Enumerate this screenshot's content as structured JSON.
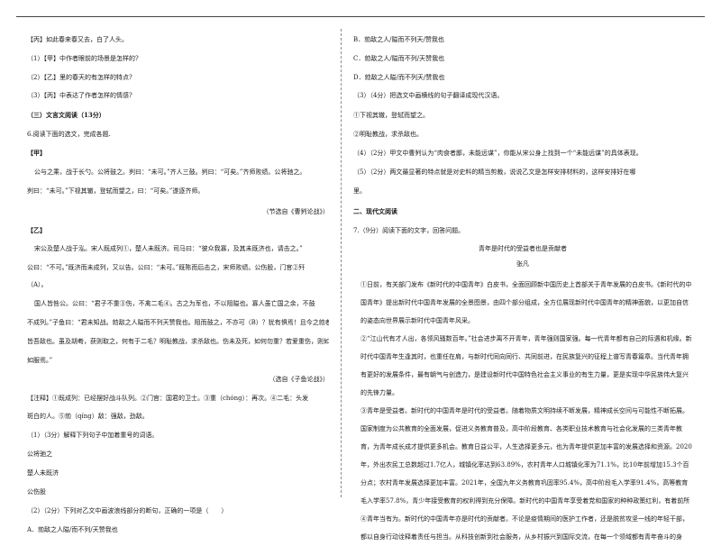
{
  "left": {
    "bing_poem": "【丙】如此春来春又去，白了人头。",
    "q1": "（1）【甲】中作者眼前的场景是怎样的?",
    "q2": "（2）【乙】里的春天的有怎样的特点?",
    "q3": "（3）【丙】中表达了作者怎样的情感?",
    "section3": "（三）文言文阅读（13分）",
    "q6": "6.阅读下面的选文，完成各题.",
    "jia_label": "【甲】",
    "jia_l1": "公与之乘，战于长勺。公将鼓之。刿曰：“未可。”齐人三鼓。刿曰：“可矣。”齐师败绩。公将驰之。",
    "jia_l2": "刿曰：“未可。”下视其辙，登轼而望之，曰：“可矣。”遂逐齐师。",
    "jia_source": "（节选自《曹刿论战》）",
    "yi_label": "【乙】",
    "yi_l1": "宋公及楚人战于泓。宋人既成列①，楚人未既济。司马曰：“彼众我寡，及其未既济也，请击之。”",
    "yi_l2": "公曰：“不可。”既济而未成列，又以告。公曰：“未可。”既陈而后击之，宋师败绩。公伤股，门官②歼",
    "yi_l3": "（A）。",
    "yi_l4": "国人皆咎公。公曰：“君子不重③伤，不禽二毛④。古之为军也，不以阻隘也。寡人虽亡国之余，不鼓",
    "yi_l5": "不成列。”子鱼曰：“君未知战。勍敌之人隘而不列天赞我也。阻而鼓之，不亦可（B）？犹有惧焉！且今之勍者，",
    "yi_l6": "皆吾敌也。虽及胡耇，获则取之，何有于二毛？明耻教战，求杀敌也。伤未及死，如何勿重？若爱重伤，则如勿伤；爱其二毛，则",
    "yi_l7": "如服焉。”",
    "yi_source": "（选自《子鱼论战》）",
    "note_l1": "【注释】①既成列：已经摆好战斗队列。②门官：国君的卫士。③重（chóng）：再次。④二毛：头发",
    "note_l2": "斑白的人。⑤勍（qíng）敌：强敌，劲敌。",
    "sub1": "（1）（3分）解释下列句子中加着重号的词语。",
    "w1": "公将驰之",
    "w2": "楚人未既济",
    "w3": "公伤股",
    "sub2": "（2）（2分）下列对乙文中画波浪线部分的断句，正确的一项是（　　）",
    "optA": "A．勍敌之人隘/而不列/天赞我也"
  },
  "right": {
    "optB": "B．勍敌之人/隘而不列天/赞我也",
    "optC": "C．勍敌之人/隘而不列/天赞我也",
    "optD": "D．勍敌之人隘/而不列天/赞我也",
    "sub3": "（3）（4分）把选文中画横线的句子翻译成现代汉语。",
    "t1": "①下视其辙，登轼而望之。",
    "t2": "②明耻教战，求杀敌也。",
    "sub4": "（4）（2分）甲文中曹刿认为“肉食者鄙，未能远谋”，你能从宋公身上找到一个“未能远谋”的具体表现。",
    "sub5": "（5）（2分）两文最显著的特点就是对史料的精当剪裁，说说乙文是怎样安排材料的，这样安排好在哪",
    "sub5b": "里。",
    "section2": "二、现代文阅读",
    "q7": "7.（9分）阅读下面的文字，回答问题。",
    "art_title": "青年是时代的受益者也是贡献者",
    "art_author": "张凡",
    "para1": "①日前，有关部门发布《新时代的中国青年》白皮书，全面回顾新中国历史上首部关于青年发展的白皮书。《新时代的中国青年》提出新时代中国青年发展的全景图景，由四个部分组成，全方位展现新时代中国青年的精神面貌，以更加自信的姿态向世界展示新时代中国青年风采。",
    "para2": "②“江山代有才人出，各领风骚数百年。”社会进步离不开青年，青年强则国家强。每一代青年都有自己的际遇和机缘。新时代中国青年生逢其时，也重任在肩，与新时代同向同行、共同前进，在民族复兴的征程上谱写青春篇章。当代青年拥有更好的发展条件，最有朝气与创造力，是建设新时代中国特色社会主义事业的有生力量，更是实现中华民族伟大复兴的先锋力量。",
    "para3": "③青年是受益者。新时代的中国青年是时代的受益者。随着物质文明持续不断发展，精神成长空间与可能性不断拓展。国家制度为公共教育的全面发展，促进义务教育普及，高中阶段教育、各类职业技术教育与社会化发展的三类青年教育，为青年成长成才提供更多机会。教育日益公平，人生选择更多元，也为青年提供更加丰富的发展选择和资源。2020年，外出农民工总数超过1.7亿人，城镇化率达到63.89%，农村青年人口城镇化率为71.1%，比10年前增加15.3个百分点；农村青年发展选择更加丰富。2021年，全国九年义务教育巩固率95.4%，高中阶段毛入学率91.4%，高等教育毛入学率57.8%，青少年接受教育的权利得到充分保障。新时代的中国青年享受着党和国家的种种政策红利，有着前所未有的良好成长环境。",
    "para4": "④青年当有为。新时代的中国青年亦是时代的贡献者。不论是疫情期间的医护工作者，还是脱贫攻坚一线的年轻干部，都以自身行动诠释着责任与担当。从科技创新到社会服务，从乡村振兴到国际交流，在每一个领域都有青年奋斗的身影。不论是在建设还是在保卫……新时代的中国青年，都以不懈的努力在不同“考"
  }
}
